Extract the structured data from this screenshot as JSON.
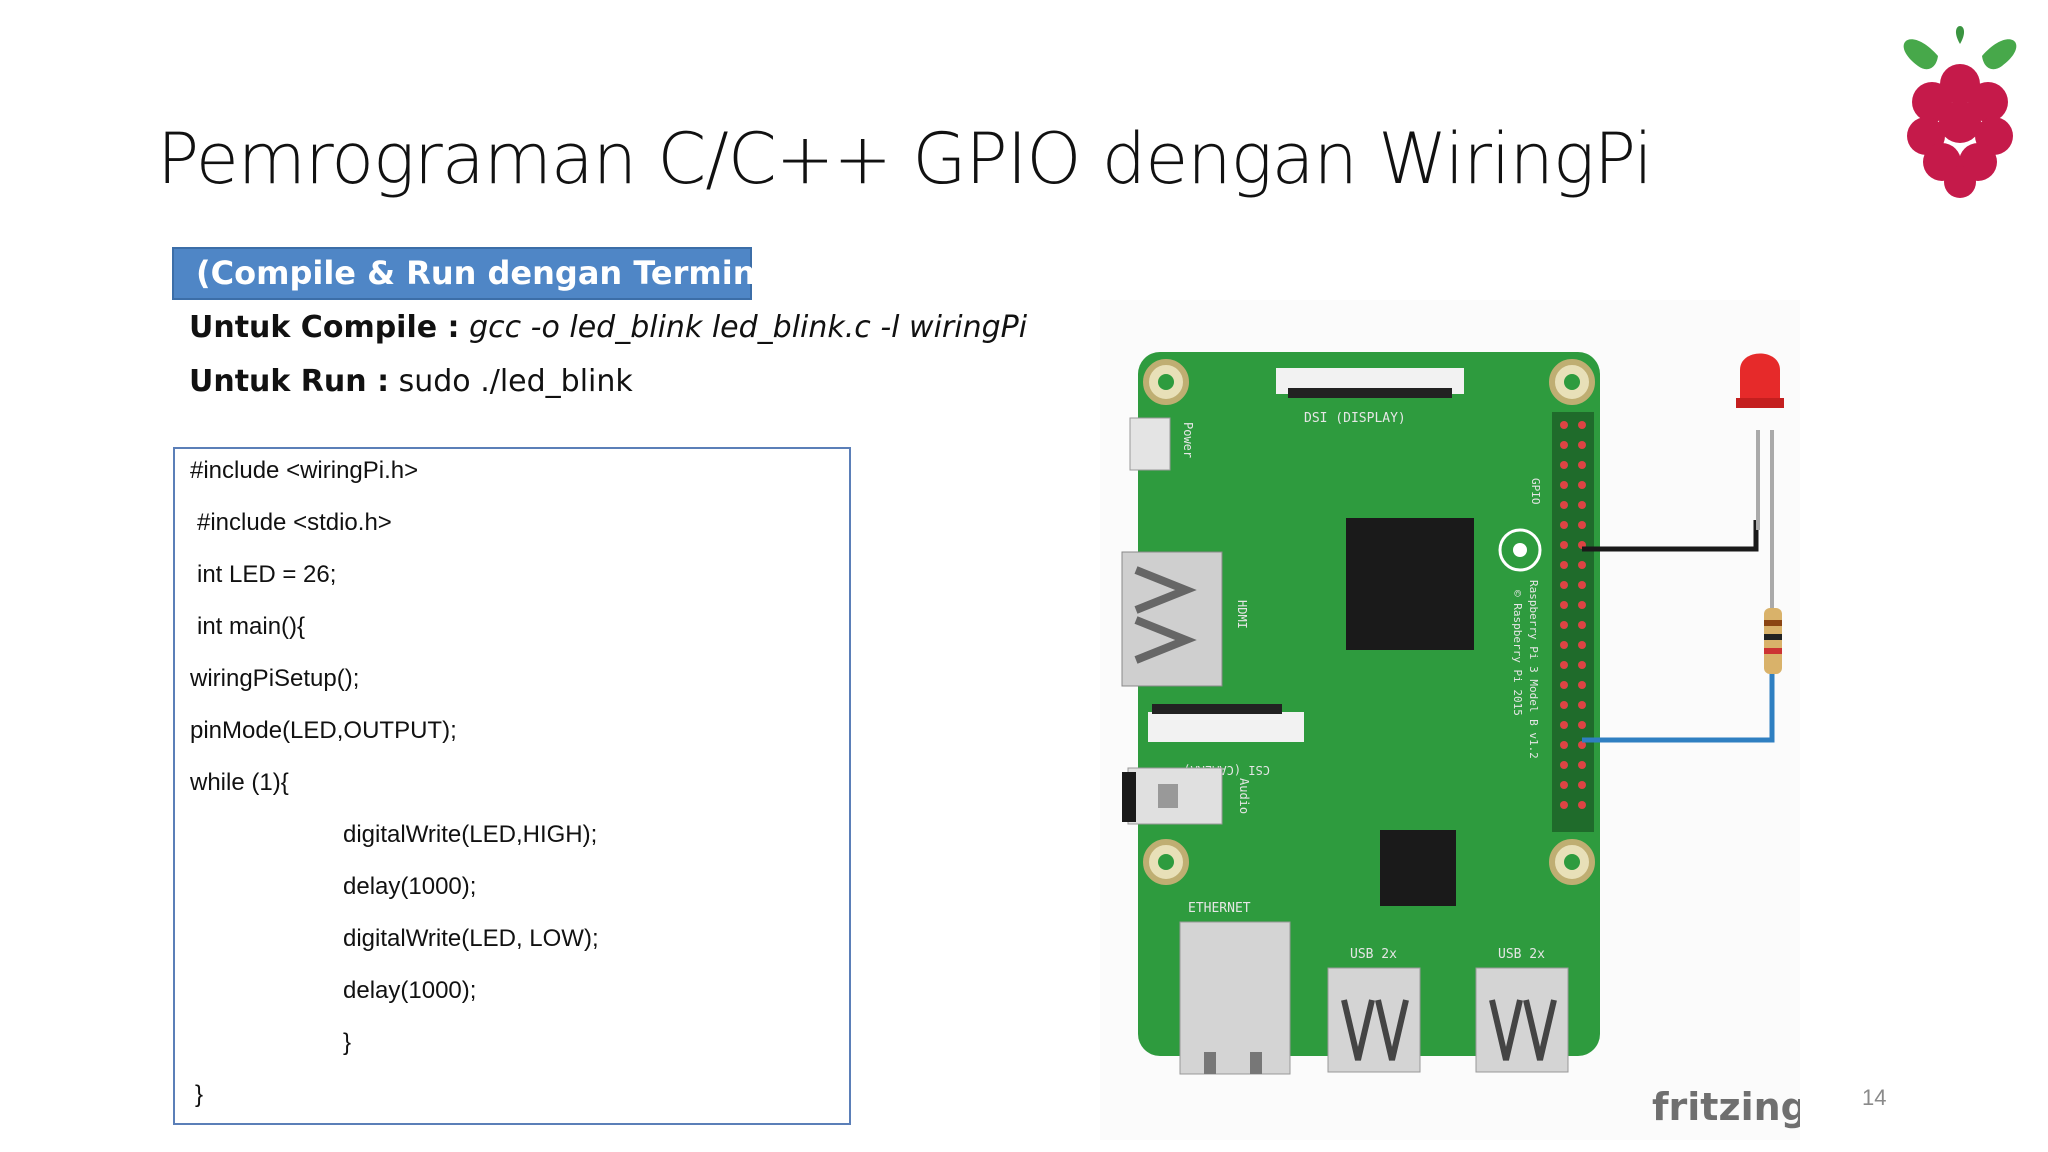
{
  "slide": {
    "title": "Pemrograman C/C++ GPIO dengan WiringPi",
    "section_label": "(Compile & Run dengan Terminal)",
    "compile_label": "Untuk Compile :",
    "compile_cmd": "gcc -o led_blink led_blink.c -l wiringPi",
    "run_label": "Untuk Run :",
    "run_cmd": "sudo ./led_blink",
    "page_number": "14"
  },
  "code_lines": [
    "#include <wiringPi.h>",
    "#include <stdio.h>",
    "int LED = 26;",
    "int main(){",
    "wiringPiSetup();",
    "pinMode(LED,OUTPUT);",
    "while (1){",
    "digitalWrite(LED,HIGH);",
    "delay(1000);",
    "digitalWrite(LED, LOW);",
    "delay(1000);",
    "}",
    "}"
  ],
  "diagram": {
    "board_labels": {
      "dsi": "DSI (DISPLAY)",
      "power": "Power",
      "hdmi": "HDMI",
      "csi": "CSI (CAMERA)",
      "audio": "Audio",
      "gpio": "GPIO",
      "model_line1": "Raspberry Pi 3 Model B v1.2",
      "model_line2": "© Raspberry Pi 2015",
      "ethernet": "ETHERNET",
      "usb_left": "USB 2x",
      "usb_right": "USB 2x"
    },
    "watermark": "fritzing"
  },
  "colors": {
    "badge_bg": "#4f86c6",
    "board_green": "#2e9b3e",
    "wire_black": "#1a1a1a",
    "wire_blue": "#2f7fc1",
    "led_red": "#e62a2a"
  }
}
